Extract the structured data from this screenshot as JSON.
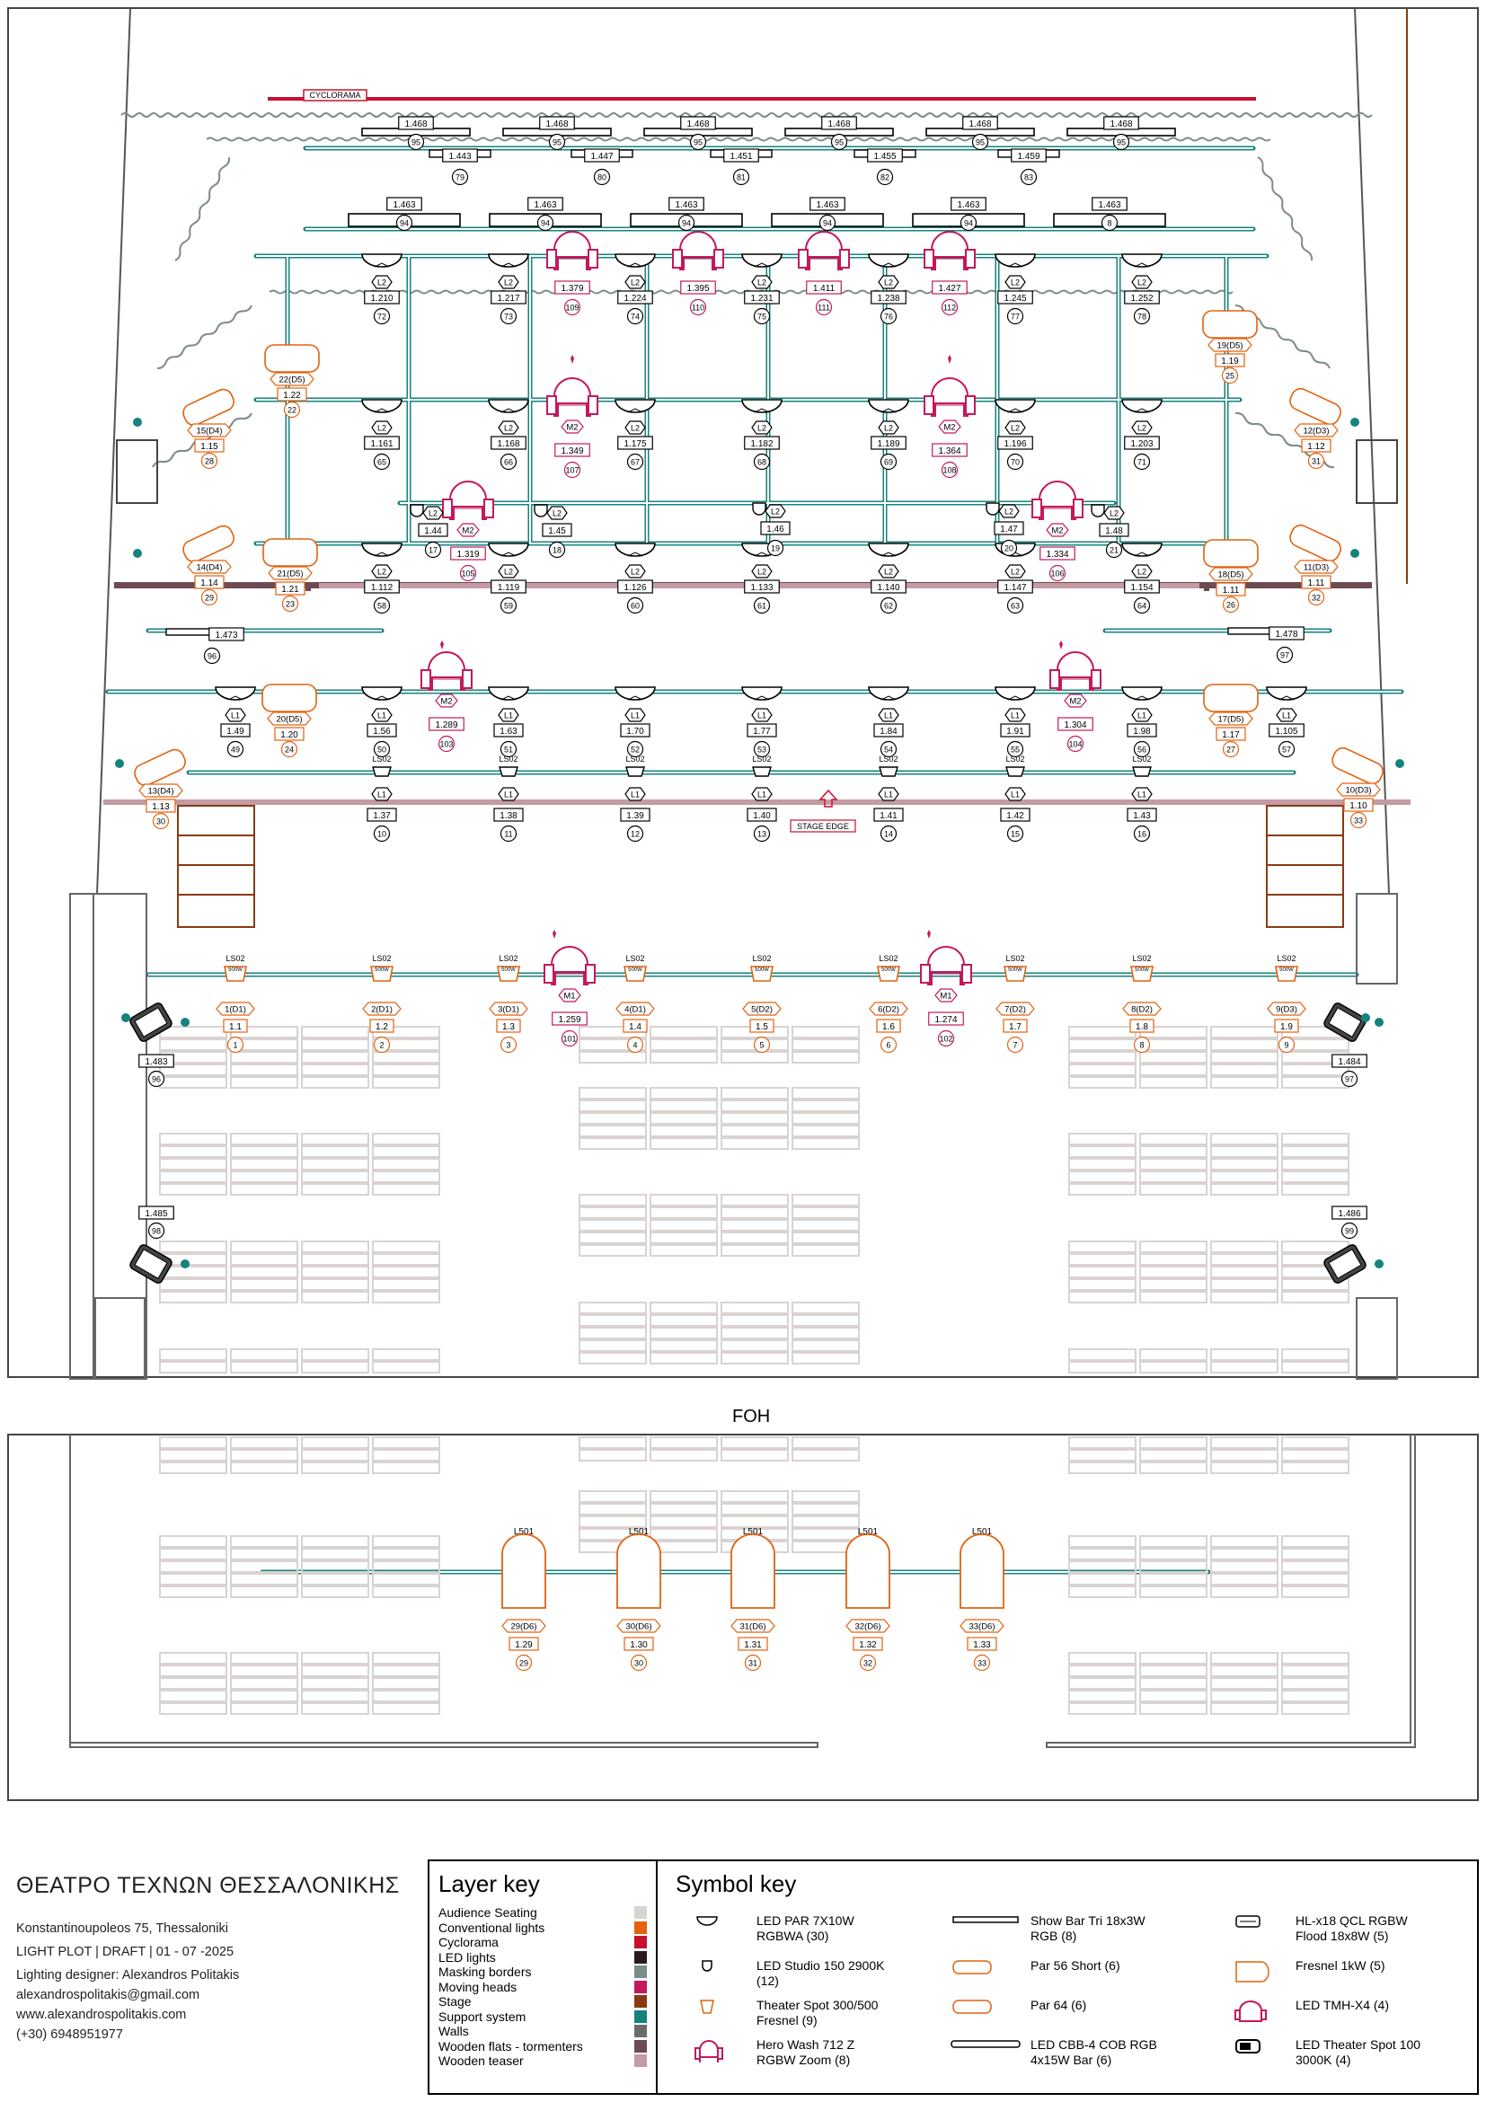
{
  "header": {
    "cyclorama": "CYCLORAMA",
    "stage_edge": "STAGE EDGE",
    "foh_title": "FOH"
  },
  "rig": {
    "show_bars_upper": [
      {
        "id": "1.468",
        "ch": "95"
      },
      {
        "id": "1.468",
        "ch": "95"
      },
      {
        "id": "1.468",
        "ch": "95"
      },
      {
        "id": "1.468",
        "ch": "95"
      },
      {
        "id": "1.468",
        "ch": "95"
      },
      {
        "id": "1.468",
        "ch": "95"
      }
    ],
    "cbb_bars": [
      {
        "id": "1.443",
        "ch": "79"
      },
      {
        "id": "1.447",
        "ch": "80"
      },
      {
        "id": "1.451",
        "ch": "81"
      },
      {
        "id": "1.455",
        "ch": "82"
      },
      {
        "id": "1.459",
        "ch": "83"
      }
    ],
    "show_bars_lower": [
      {
        "id": "1.463",
        "ch": "94"
      },
      {
        "id": "1.463",
        "ch": "94"
      },
      {
        "id": "1.463",
        "ch": "94"
      },
      {
        "id": "1.463",
        "ch": "94"
      },
      {
        "id": "1.463",
        "ch": "94"
      },
      {
        "id": "1.463",
        "ch": "8"
      }
    ],
    "pipe3_pars": [
      {
        "type": "L2",
        "id": "1.210",
        "ch": "72"
      },
      {
        "type": "L2",
        "id": "1.217",
        "ch": "73"
      },
      {
        "type": "L2",
        "id": "1.224",
        "ch": "74"
      },
      {
        "type": "L2",
        "id": "1.231",
        "ch": "75"
      },
      {
        "type": "L2",
        "id": "1.238",
        "ch": "76"
      },
      {
        "type": "L2",
        "id": "1.245",
        "ch": "77"
      },
      {
        "type": "L2",
        "id": "1.252",
        "ch": "78"
      }
    ],
    "pipe3_heads": [
      {
        "id": "1.379",
        "ch": "109"
      },
      {
        "id": "1.395",
        "ch": "110"
      },
      {
        "id": "1.411",
        "ch": "111"
      },
      {
        "id": "1.427",
        "ch": "112"
      }
    ],
    "pipe2_pars": [
      {
        "type": "L2",
        "id": "1.161",
        "ch": "65"
      },
      {
        "type": "L2",
        "id": "1.168",
        "ch": "66"
      },
      {
        "type": "L2",
        "id": "1.175",
        "ch": "67"
      },
      {
        "type": "L2",
        "id": "1.182",
        "ch": "68"
      },
      {
        "type": "L2",
        "id": "1.189",
        "ch": "69"
      },
      {
        "type": "L2",
        "id": "1.196",
        "ch": "70"
      },
      {
        "type": "L2",
        "id": "1.203",
        "ch": "71"
      }
    ],
    "pipe2_heads": [
      {
        "type": "M2",
        "id": "1.349",
        "ch": "107"
      },
      {
        "type": "M2",
        "id": "1.364",
        "ch": "108"
      }
    ],
    "mid_heads": [
      {
        "type": "M2",
        "id": "1.319",
        "ch": "105"
      },
      {
        "type": "M2",
        "id": "1.334",
        "ch": "106"
      }
    ],
    "studios": [
      {
        "type": "L2",
        "id": "1.44",
        "ch": "17"
      },
      {
        "type": "L2",
        "id": "1.45",
        "ch": "18"
      },
      {
        "type": "L2",
        "id": "1.46",
        "ch": "19"
      },
      {
        "type": "L2",
        "id": "1.47",
        "ch": "20"
      },
      {
        "type": "L2",
        "id": "1.48",
        "ch": "21"
      }
    ],
    "pipe1_pars": [
      {
        "type": "L2",
        "id": "1.112",
        "ch": "58"
      },
      {
        "type": "L2",
        "id": "1.119",
        "ch": "59"
      },
      {
        "type": "L2",
        "id": "1.126",
        "ch": "60"
      },
      {
        "type": "L2",
        "id": "1.133",
        "ch": "61"
      },
      {
        "type": "L2",
        "id": "1.140",
        "ch": "62"
      },
      {
        "type": "L2",
        "id": "1.147",
        "ch": "63"
      },
      {
        "type": "L2",
        "id": "1.154",
        "ch": "64"
      }
    ],
    "side_left": [
      {
        "label": "22(D5)",
        "id": "1.22",
        "ch": "22"
      },
      {
        "label": "15(D4)",
        "id": "1.15",
        "ch": "28"
      },
      {
        "label": "14(D4)",
        "id": "1.14",
        "ch": "29"
      },
      {
        "label": "21(D5)",
        "id": "1.21",
        "ch": "23"
      },
      {
        "label": "20(D5)",
        "id": "1.20",
        "ch": "24"
      },
      {
        "label": "13(D4)",
        "id": "1.13",
        "ch": "30"
      }
    ],
    "side_right": [
      {
        "label": "19(D5)",
        "id": "1.19",
        "ch": "25"
      },
      {
        "label": "12(D3)",
        "id": "1.12",
        "ch": "31"
      },
      {
        "label": "11(D3)",
        "id": "1.11",
        "ch": "32"
      },
      {
        "label": "18(D5)",
        "id": "1.11",
        "ch": "26"
      },
      {
        "label": "17(D5)",
        "id": "1.17",
        "ch": "27"
      },
      {
        "label": "10(D3)",
        "id": "1.10",
        "ch": "33"
      }
    ],
    "floods": [
      {
        "id": "1.473",
        "ch": "96"
      },
      {
        "id": "1.478",
        "ch": "97"
      }
    ],
    "front_pars": [
      {
        "type": "L1",
        "id": "1.49",
        "ch": "49"
      },
      {
        "type": "L1",
        "id": "1.56",
        "ch": "50"
      },
      {
        "type": "L1",
        "id": "1.63",
        "ch": "51"
      },
      {
        "type": "L1",
        "id": "1.70",
        "ch": "52"
      },
      {
        "type": "L1",
        "id": "1.77",
        "ch": "53"
      },
      {
        "type": "L1",
        "id": "1.84",
        "ch": "54"
      },
      {
        "type": "L1",
        "id": "1.91",
        "ch": "55"
      },
      {
        "type": "L1",
        "id": "1.98",
        "ch": "56"
      },
      {
        "type": "L1",
        "id": "1.105",
        "ch": "57"
      }
    ],
    "front_heads": [
      {
        "type": "M2",
        "id": "1.289",
        "ch": "103"
      },
      {
        "type": "M2",
        "id": "1.304",
        "ch": "104"
      }
    ],
    "edge_spots": [
      {
        "type": "L1",
        "id": "1.37",
        "ch": "10"
      },
      {
        "type": "L1",
        "id": "1.38",
        "ch": "11"
      },
      {
        "type": "L1",
        "id": "1.39",
        "ch": "12"
      },
      {
        "type": "L1",
        "id": "1.40",
        "ch": "13"
      },
      {
        "type": "L1",
        "id": "1.41",
        "ch": "14"
      },
      {
        "type": "L1",
        "id": "1.42",
        "ch": "15"
      },
      {
        "type": "L1",
        "id": "1.43",
        "ch": "16"
      }
    ],
    "edge_spot_tag": "LS02",
    "fresnel_tag": "500W",
    "house_fresnels": [
      {
        "label": "1(D1)",
        "id": "1.1",
        "ch": "1"
      },
      {
        "label": "2(D1)",
        "id": "1.2",
        "ch": "2"
      },
      {
        "label": "3(D1)",
        "id": "1.3",
        "ch": "3"
      },
      {
        "label": "4(D1)",
        "id": "1.4",
        "ch": "4"
      },
      {
        "label": "5(D2)",
        "id": "1.5",
        "ch": "5"
      },
      {
        "label": "6(D2)",
        "id": "1.6",
        "ch": "6"
      },
      {
        "label": "7(D2)",
        "id": "1.7",
        "ch": "7"
      },
      {
        "label": "8(D2)",
        "id": "1.8",
        "ch": "8"
      },
      {
        "label": "9(D3)",
        "id": "1.9",
        "ch": "9"
      }
    ],
    "house_heads": [
      {
        "type": "M1",
        "id": "1.259",
        "ch": "101"
      },
      {
        "type": "M1",
        "id": "1.274",
        "ch": "102"
      }
    ],
    "house_floods": [
      {
        "id": "1.483",
        "ch": "96"
      },
      {
        "id": "1.484",
        "ch": "97"
      },
      {
        "id": "1.485",
        "ch": "98"
      },
      {
        "id": "1.486",
        "ch": "99"
      }
    ],
    "foh_fresnels": [
      {
        "label": "29(D6)",
        "id": "1.29",
        "ch": "29"
      },
      {
        "label": "30(D6)",
        "id": "1.30",
        "ch": "30"
      },
      {
        "label": "31(D6)",
        "id": "1.31",
        "ch": "31"
      },
      {
        "label": "32(D6)",
        "id": "1.32",
        "ch": "32"
      },
      {
        "label": "33(D6)",
        "id": "1.33",
        "ch": "33"
      }
    ],
    "foh_tag": "L501"
  },
  "info": {
    "theatre": "ΘΕΑΤΡΟ ΤΕΧΝΩΝ ΘΕΣΣΑΛΟΝΙΚΗΣ",
    "address": "Konstantinoupoleos 75, Thessaloniki",
    "plot": "LIGHT PLOT | DRAFT | 01 - 07 -2025",
    "designer": "Lighting designer: Alexandros Politakis",
    "email": "alexandrospolitakis@gmail.com",
    "web": "www.alexandrospolitakis.com",
    "phone": "(+30) 6948951977"
  },
  "layer_key": {
    "title": "Layer key",
    "items": [
      {
        "name": "Audience Seating",
        "color": "#d9d3d1"
      },
      {
        "name": "Conventional lights",
        "color": "#e2620e"
      },
      {
        "name": "Cyclorama",
        "color": "#c8102e"
      },
      {
        "name": "LED lights",
        "color": "#2a1a1c"
      },
      {
        "name": "Masking borders",
        "color": "#7c8c86"
      },
      {
        "name": "Moving heads",
        "color": "#c3185e"
      },
      {
        "name": "Stage",
        "color": "#8a3a12"
      },
      {
        "name": "Support system",
        "color": "#15837c"
      },
      {
        "name": "Walls",
        "color": "#6c6c6c"
      },
      {
        "name": "Wooden flats - tormenters",
        "color": "#6e4a52"
      },
      {
        "name": "Wooden teaser",
        "color": "#c49aa4"
      }
    ]
  },
  "symbol_key": {
    "title": "Symbol key",
    "items": [
      {
        "icon": "led-par-icon",
        "text": "LED PAR 7X10W RGBWA (30)"
      },
      {
        "icon": "led-studio-icon",
        "text": "LED Studio 150 2900K (12)"
      },
      {
        "icon": "theater-spot-icon",
        "text": "Theater Spot 300/500 Fresnel (9)"
      },
      {
        "icon": "hero-wash-icon",
        "text": "Hero Wash 712 Z RGBW Zoom (8)"
      },
      {
        "icon": "show-bar-icon",
        "text": "Show Bar Tri 18x3W RGB (8)"
      },
      {
        "icon": "par56-icon",
        "text": "Par 56 Short (6)"
      },
      {
        "icon": "par64-icon",
        "text": "Par 64 (6)"
      },
      {
        "icon": "cbb-bar-icon",
        "text": "LED CBB-4 COB RGB 4x15W Bar (6)"
      },
      {
        "icon": "flood-icon",
        "text": "HL-x18 QCL RGBW Flood 18x8W (5)"
      },
      {
        "icon": "fresnel-icon",
        "text": "Fresnel 1kW (5)"
      },
      {
        "icon": "tmh-icon",
        "text": "LED TMH-X4 (4)"
      },
      {
        "icon": "theater-spot100-icon",
        "text": "LED Theater Spot 100 3000K (4)"
      }
    ]
  }
}
